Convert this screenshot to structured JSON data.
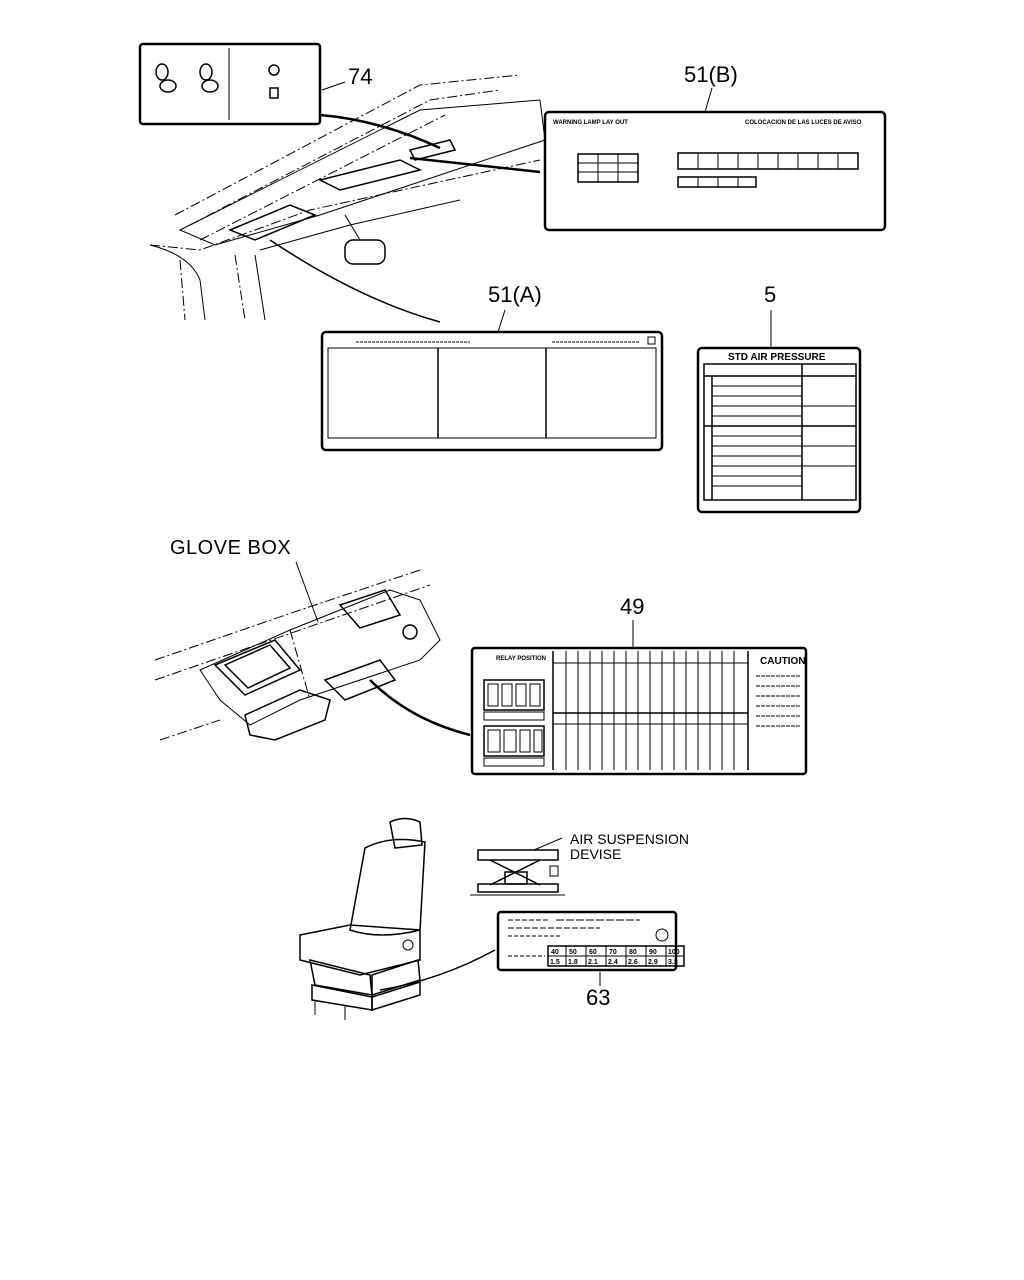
{
  "callouts": {
    "c74": "74",
    "c51b": "51(B)",
    "c51a": "51(A)",
    "c5": "5",
    "c49": "49",
    "c63": "63"
  },
  "captions": {
    "glove_box": "GLOVE BOX",
    "air_suspension_line1": "AIR SUSPENSION",
    "air_suspension_line2": "DEVISE"
  },
  "labels": {
    "std_air_pressure_title": "STD AIR PRESSURE",
    "warning_lamp_title": "WARNING LAMP LAY OUT",
    "warning_lamp_spanish": "COLOCACION DE LAS LUCES DE AVISO",
    "caution_title": "CAUTION",
    "relay_position": "RELAY POSITION",
    "air_suspension_table_row1": [
      "40",
      "50",
      "60",
      "70",
      "80",
      "90",
      "100"
    ],
    "air_suspension_table_row2": [
      "1.5",
      "1.8",
      "2.1",
      "2.4",
      "2.6",
      "2.9",
      "3.2"
    ]
  }
}
